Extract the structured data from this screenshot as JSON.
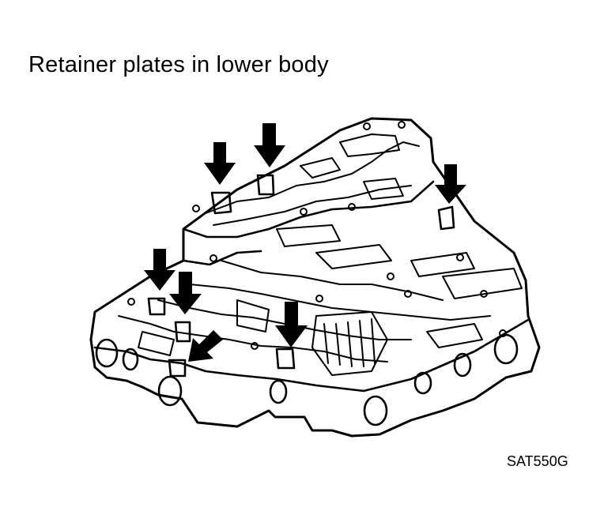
{
  "figure": {
    "title": "Retainer plates in lower body",
    "code": "SAT550G"
  },
  "arrows": [
    {
      "id": "arrow-1"
    },
    {
      "id": "arrow-2"
    },
    {
      "id": "arrow-3"
    },
    {
      "id": "arrow-4"
    },
    {
      "id": "arrow-5"
    },
    {
      "id": "arrow-6"
    },
    {
      "id": "arrow-7"
    }
  ]
}
